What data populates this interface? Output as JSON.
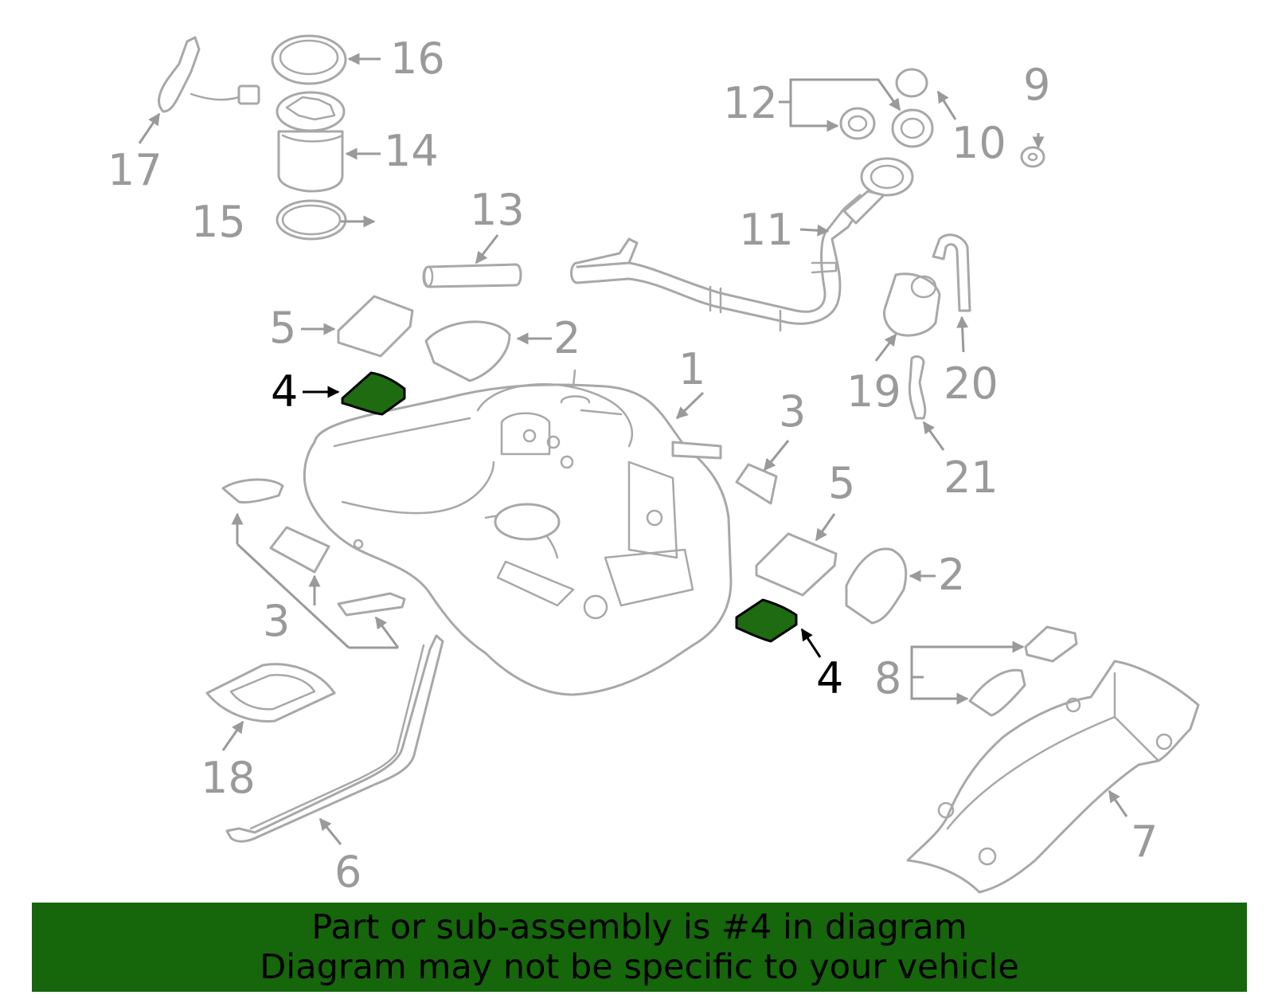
{
  "diagram": {
    "highlighted_part": "4",
    "colors": {
      "highlight": "#1e6b12",
      "banner": "#16660c",
      "line": "#a8a8a8",
      "callout": "#9a9a9a"
    },
    "callouts": [
      "1",
      "2",
      "2",
      "3",
      "3",
      "3",
      "4",
      "4",
      "5",
      "5",
      "6",
      "7",
      "8",
      "9",
      "10",
      "11",
      "12",
      "13",
      "14",
      "15",
      "16",
      "17",
      "18",
      "19",
      "20",
      "21"
    ]
  },
  "banner": {
    "line1": "Part or sub-assembly is #4 in diagram",
    "line2": "Diagram may not be specific to your vehicle"
  }
}
